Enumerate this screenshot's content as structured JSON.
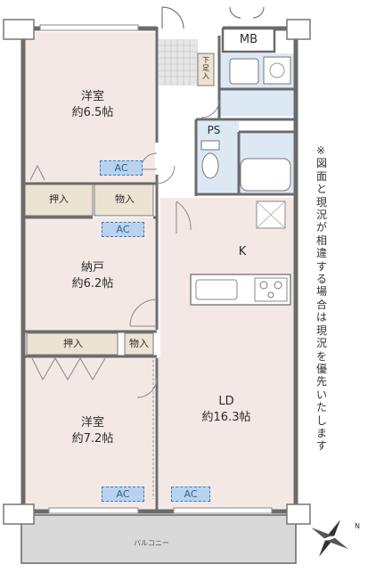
{
  "rooms": {
    "western_room_1": {
      "name": "洋室",
      "size": "約6.5帖"
    },
    "storage_room": {
      "name": "納戸",
      "size": "約6.2帖"
    },
    "western_room_2": {
      "name": "洋室",
      "size": "約7.2帖"
    },
    "ld": {
      "name": "LD",
      "size": "約16.3帖"
    },
    "kitchen": {
      "name": "K"
    }
  },
  "labels": {
    "oshiire_1": "押入",
    "monoire_1": "物入",
    "oshiire_2": "押入",
    "monoire_2": "物入",
    "mb": "MB",
    "ps": "PS",
    "shoe_box": "下足入",
    "balcony": "バルコニー",
    "ac": "AC",
    "compass_n": "N"
  },
  "note": "※図面と現況が相違する場合は現況を優先いたします",
  "colors": {
    "room_fill": "#f3e8e4",
    "storage_fill": "#ede3d3",
    "wet_fill": "#dce9f5",
    "wall": "#6b6b6b",
    "ac_fill": "#b9d3ef",
    "ac_border": "#3d7cc4",
    "balcony_fill": "#d9d9d9"
  }
}
